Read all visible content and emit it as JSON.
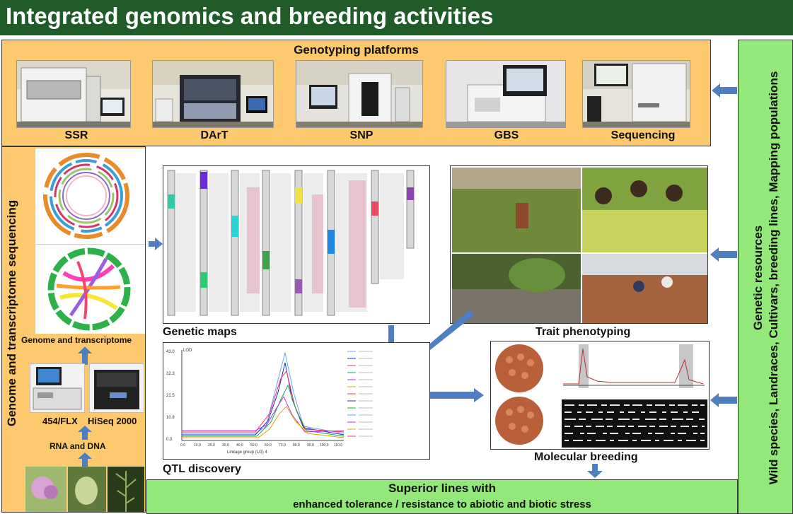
{
  "header": {
    "title": "Integrated genomics and breeding activities"
  },
  "genotyping": {
    "title": "Genotyping platforms",
    "platforms": [
      "SSR",
      "DArT",
      "SNP",
      "GBS",
      "Sequencing"
    ]
  },
  "sequencing": {
    "vertical_title": "Genome and transcriptome sequencing",
    "output_label": "Genome and transcriptome",
    "instrument1": "454/FLX",
    "instrument2": "HiSeq 2000",
    "input_label": "RNA and DNA"
  },
  "resources": {
    "line1": "Genetic resources",
    "line2": "Wild species, Landraces, Cultivars, breeding lines, Mapping populations"
  },
  "panels": {
    "genetic_maps": "Genetic maps",
    "trait_phenotyping": "Trait phenotyping",
    "qtl_discovery": "QTL discovery",
    "molecular_breeding": "Molecular breeding"
  },
  "qtl_plot": {
    "y_label": "LOD",
    "x_label": "Linkage group (LG) 4",
    "y_ticks": [
      "43.0",
      "32.3",
      "21.5",
      "10.8",
      "0.0"
    ],
    "x_ticks": [
      "0.0",
      "10.0",
      "20.0",
      "30.0",
      "40.0",
      "50.0",
      "60.0",
      "70.0",
      "80.0",
      "90.0",
      "100.0",
      "110.0"
    ]
  },
  "outcome": {
    "line1": "Superior lines with",
    "line2": "enhanced tolerance / resistance to abiotic and biotic stress"
  },
  "colors": {
    "header_bg": "#1f5c2a",
    "orange_box": "#fcc96e",
    "green_box": "#92e878",
    "arrow_blue": "#4f7fc0"
  }
}
